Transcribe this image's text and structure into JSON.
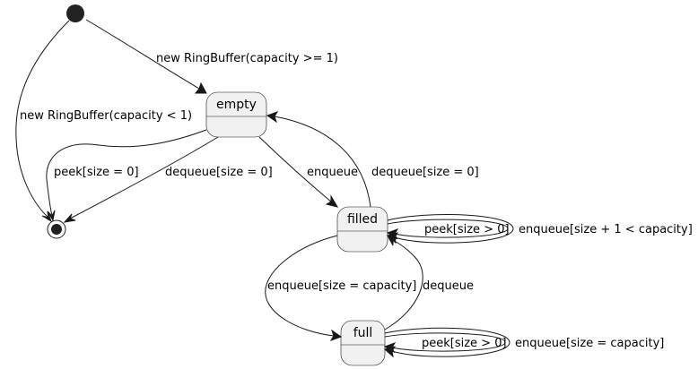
{
  "states": {
    "empty": "empty",
    "filled": "filled",
    "full": "full"
  },
  "transitions": {
    "start_to_empty": "new RingBuffer(capacity >= 1)",
    "start_to_end": "new RingBuffer(capacity < 1)",
    "empty_peek_end": "peek[size = 0]",
    "empty_dequeue_end": "dequeue[size = 0]",
    "empty_to_filled": "enqueue",
    "filled_to_empty": "dequeue[size = 0]",
    "filled_self_peek": "peek[size > 0]",
    "filled_self_enqueue": "enqueue[size + 1 < capacity]",
    "filled_to_full": "enqueue[size = capacity]",
    "full_to_filled": "dequeue",
    "full_self_peek": "peek[size > 0]",
    "full_self_enqueue": "enqueue[size = capacity]"
  },
  "colors": {
    "line": "#181818",
    "state_fill": "#f1f1f1"
  }
}
